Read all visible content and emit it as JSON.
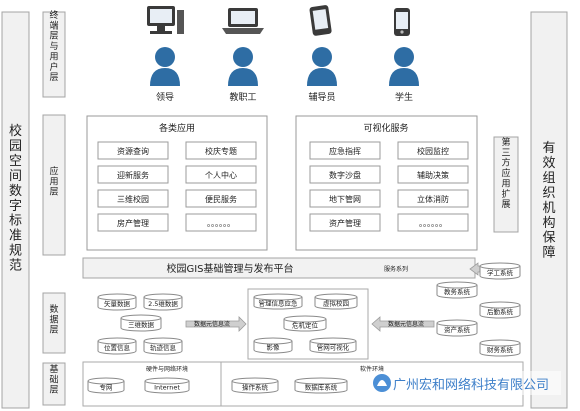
{
  "left_column": "校园空间数字标准规范",
  "right_column": "有效组织机构保障",
  "layers": {
    "terminal": "终端层与用户层",
    "application": "应用层",
    "data": "数据层",
    "base": "基础层"
  },
  "users": [
    {
      "label": "领导",
      "device": "desktop-computer-icon"
    },
    {
      "label": "教职工",
      "device": "laptop-icon"
    },
    {
      "label": "辅导员",
      "device": "tablet-icon"
    },
    {
      "label": "学生",
      "device": "phone-icon"
    }
  ],
  "apps_panel": {
    "title": "各类应用",
    "items": [
      "资源查询",
      "校庆专题",
      "迎新服务",
      "个人中心",
      "三维校园",
      "便民服务",
      "房产管理",
      "。。。。。。"
    ]
  },
  "viz_panel": {
    "title": "可视化服务",
    "items": [
      "应急指挥",
      "校园监控",
      "数字沙盘",
      "辅助决策",
      "地下管网",
      "立体消防",
      "资产管理",
      "。。。。。。"
    ]
  },
  "third_party": "第三方应用扩展",
  "gis_platform": "校园GIS基础管理与发布平台",
  "service_label": "服务系列",
  "data_left": [
    "矢量数据",
    "2.5维数据",
    "三维数据",
    "位置信息",
    "轨迹信息"
  ],
  "data_arrow_left": "数据元信息流",
  "data_center": [
    "管理信息应急",
    "虚拟校园",
    "危机定位",
    "影像",
    "管网可视化"
  ],
  "data_arrow_right": "数据元信息流",
  "data_right": [
    "学工系统",
    "教务系统",
    "后勤系统",
    "资产系统",
    "财务系统"
  ],
  "base_layer": {
    "hardware_title": "硬件与网络环境",
    "hardware_items": [
      "专网",
      "Internet"
    ],
    "software_title": "软件环境",
    "software_items": [
      "操作系统",
      "数据库系统"
    ]
  },
  "watermark": "广州宏和网络科技有限公司"
}
